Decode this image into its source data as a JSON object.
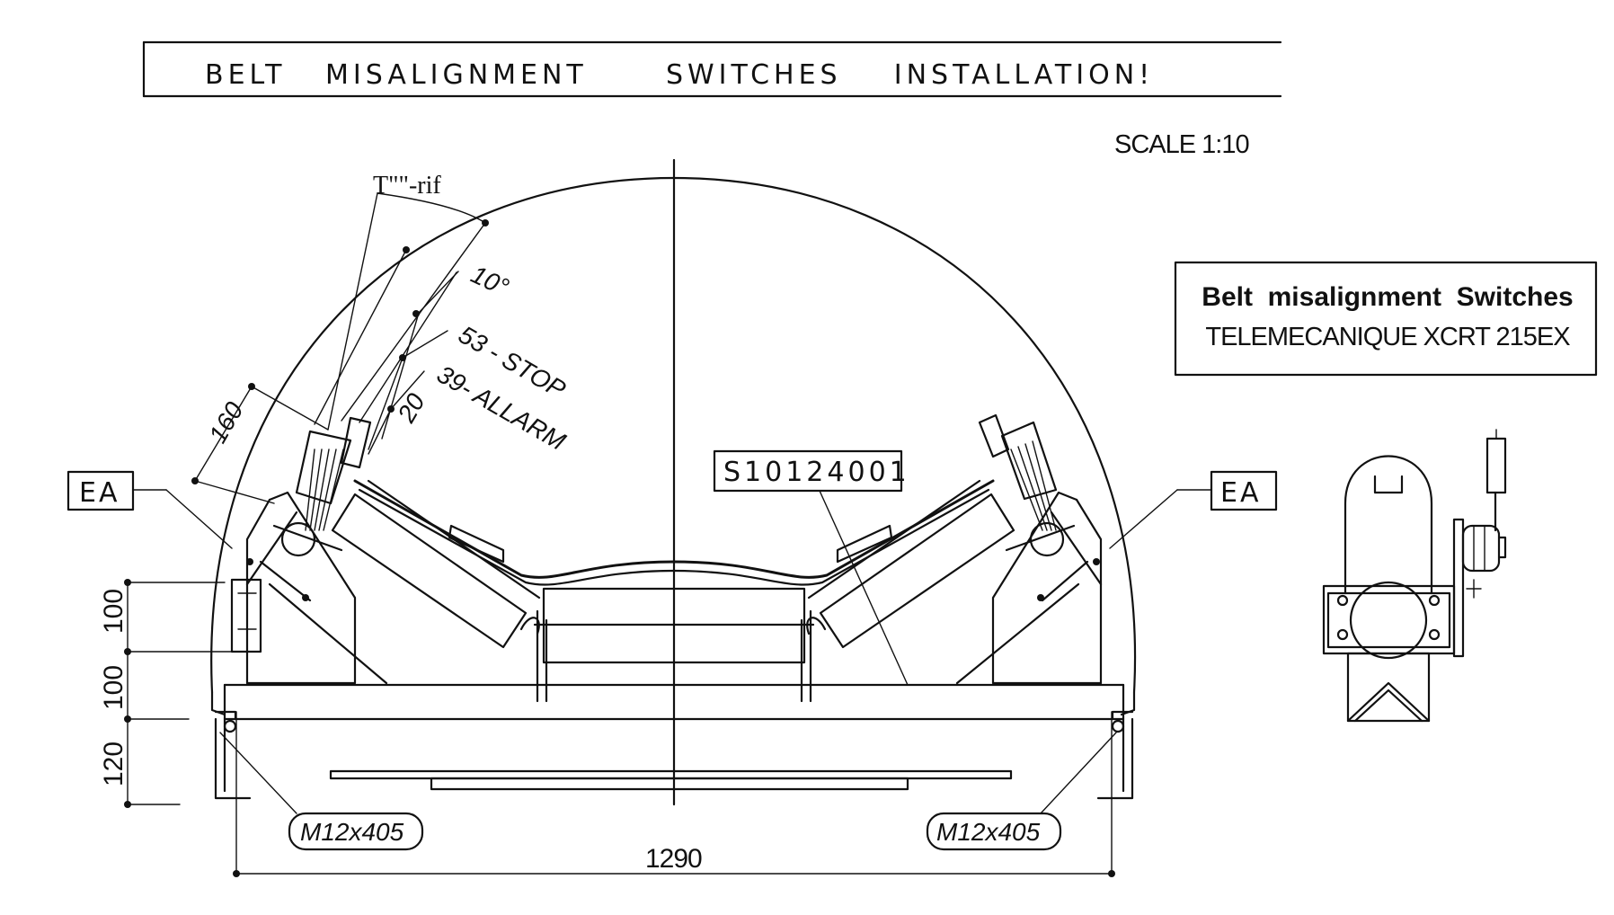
{
  "header": {
    "title": "BELT   MISALIGNMENT      SWITCHES    INSTALLATION!"
  },
  "scale": "SCALE  1:10",
  "angle_ref": "T\"\"-rif",
  "angle": "10°",
  "dims": {
    "stop": "53 - STOP",
    "alarm": "39- ALLARM",
    "d20": "20",
    "d160": "160",
    "left_100a": "100",
    "left_100b": "100",
    "left_120": "120",
    "width": "1290"
  },
  "labels": {
    "ea_left": "EA",
    "ea_right": "EA",
    "part_no": "S10124001",
    "bolt_left": "M12x405",
    "bolt_right": "M12x405"
  },
  "infobox": {
    "title": "Belt  misalignment  Switches",
    "subtitle": "TELEMECANIQUE XCRT 215EX"
  }
}
